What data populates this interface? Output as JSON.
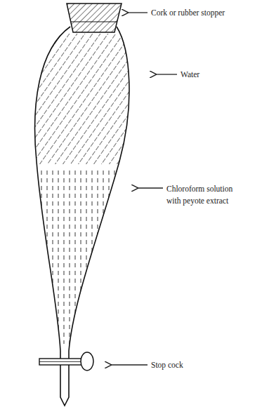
{
  "diagram": {
    "labels": [
      "Cork or rubber stopper",
      "Water",
      "Chloroform solution with peyote extract",
      "Stop cock"
    ]
  }
}
